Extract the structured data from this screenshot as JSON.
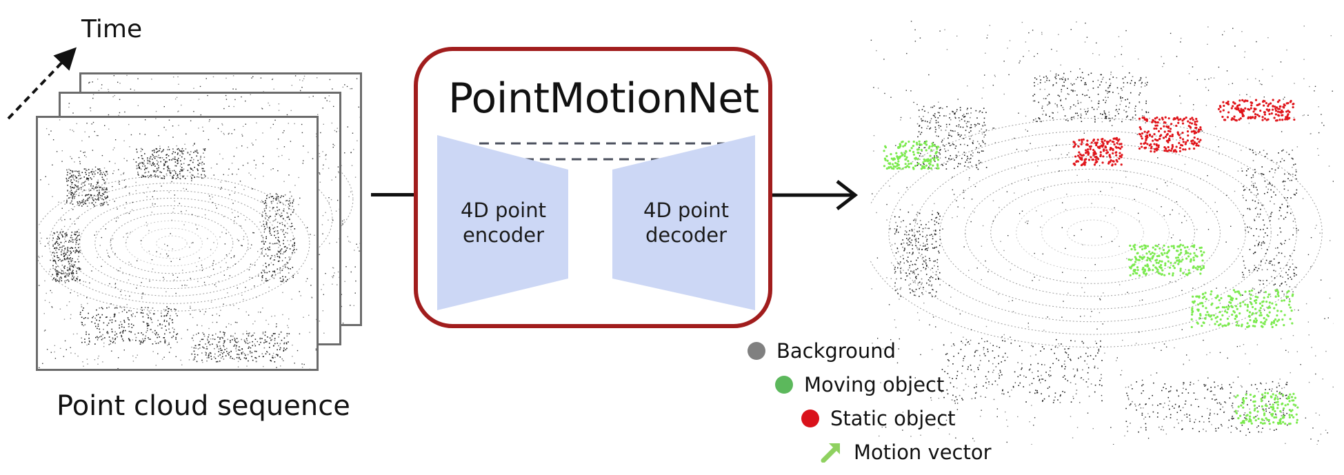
{
  "input": {
    "time_label": "Time",
    "title": "Point cloud sequence"
  },
  "network": {
    "title": "PointMotionNet",
    "encoder_label_line1": "4D point",
    "encoder_label_line2": "encoder",
    "decoder_label_line1": "4D point",
    "decoder_label_line2": "decoder"
  },
  "legend": [
    {
      "label": "Background",
      "color": "#808080",
      "icon": "dot-icon"
    },
    {
      "label": "Moving object",
      "color": "#5cb85c",
      "icon": "dot-icon"
    },
    {
      "label": "Static object",
      "color": "#d9121b",
      "icon": "dot-icon"
    },
    {
      "label": "Motion vector",
      "color": "#8fd160",
      "icon": "arrow-icon"
    }
  ],
  "colors": {
    "box_border": "#a11d1d",
    "trapezoid_fill": "#ccd7f5",
    "arrow": "#111111",
    "moving": "#7bea4e",
    "static": "#e0151b"
  }
}
